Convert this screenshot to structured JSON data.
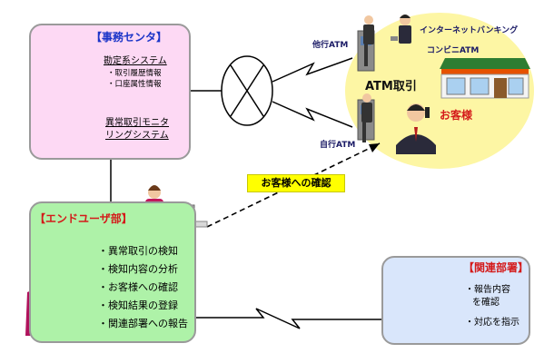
{
  "jimu_center": {
    "title": "【事務センタ】",
    "accounting_system": "勘定系システム",
    "accounting_items": [
      "・取引履歴情報",
      "・口座属性情報"
    ],
    "monitoring_system_line1": "異常取引モニタ",
    "monitoring_system_line2": "リングシステム"
  },
  "end_user_dept": {
    "title": "【エンドユーザ部】",
    "tasks": [
      "・異常取引の検知",
      "・検知内容の分析",
      "・お客様への確認",
      "・検知結果の登録",
      "・関連部署への報告"
    ]
  },
  "related_dept": {
    "title": "【関連部署】",
    "items_line1": "・報告内容",
    "items_line2": "を確認",
    "items_line3": "・対応を指示"
  },
  "channels": {
    "other_bank_atm": "他行ATM",
    "internet_banking": "インターネットバンキング",
    "convenience_atm": "コンビニATM",
    "atm_transaction": "ATM取引",
    "customer": "お客様",
    "own_bank_atm": "自行ATM"
  },
  "confirmation_label": "お客様への確認"
}
